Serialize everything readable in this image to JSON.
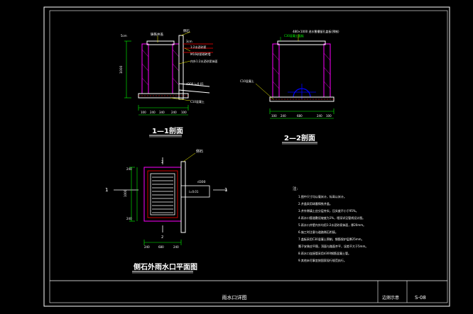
{
  "drawing": {
    "title_block_name": "雨水口详图",
    "title_block_project": "边测示意",
    "sheet_number": "S-08"
  },
  "section_1_1": {
    "title": "1—1剖面",
    "labels": {
      "cover": "铸铁井盖",
      "curb": "侧石",
      "frame_note": "Φ16钢筋拉结",
      "mortar": "1:2水泥砂浆",
      "wall": "M10砂浆砌砖墙",
      "plaster": "内外1:2水泥砂浆抹面",
      "pipe": "d300 i=0.01",
      "base": "C10混凝土",
      "dim_top": "5cm",
      "dim_mid": "3cm",
      "dim_height": "1000"
    },
    "bottom_dims": [
      "100",
      "240",
      "340",
      "240",
      "100"
    ]
  },
  "section_2_2": {
    "title": "2—2剖面",
    "labels": {
      "top_note": "480×1000 进水篦槽留孔盖板(预制)",
      "green_note": "C30混凝土盖板",
      "base": "C10混凝土"
    },
    "bottom_dims": [
      "100",
      "240",
      "680",
      "240",
      "100"
    ]
  },
  "plan": {
    "title": "侧石外雨水口平面图",
    "labels": {
      "curb": "侧石",
      "pipe": "d300",
      "slope": "i=0.01",
      "marker_left": "1",
      "marker_right": "1",
      "marker_top": "2",
      "marker_bottom": "2"
    },
    "left_dims": [
      "240",
      "1000",
      "240"
    ],
    "bottom_dims": [
      "240",
      "680",
      "240"
    ]
  },
  "notes": {
    "heading": "注:",
    "items": [
      "1.图中尺寸均以毫米计，标高以米计。",
      "2.井盖采用球墨铸铁井盖。",
      "3.井外侧填土应分层夯实，压实度不小于95%。",
      "4.雨水口管道敷设坡度为1%，埋深详见管线设计图。",
      "5.雨水口井壁内外均用1:2水泥砂浆抹面，厚20mm。",
      "6.施工时注意与道路侧石衔接。",
      "7.盖板采用C30混凝土预制，钢筋保护层厚25mm。",
      "   篦子安装应平稳，顶面与路面齐平，误差不大于5mm。",
      "8.雨水口连接管采用d300钢筋混凝土管。",
      "9.其他未尽事宜按国家现行规范执行。"
    ]
  },
  "colors": {
    "frame": "#ffffff",
    "inner_frame": "#00ffff",
    "structure": "#ff00ff",
    "leader": "#ffff00",
    "dimension": "#00ff00",
    "highlight": "#0000ff",
    "grid": "#ff0000"
  }
}
